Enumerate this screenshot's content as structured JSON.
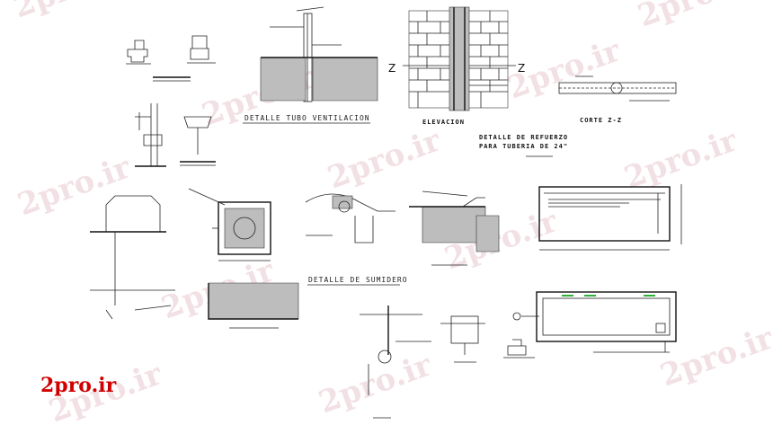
{
  "watermark": {
    "text": "2pro.ir",
    "color": "#e9c9cf"
  },
  "logo": {
    "text": "2pro.ir",
    "color": "#d10000"
  },
  "titles": {
    "tubo_ventilacion": "DETALLE TUBO VENTILACION",
    "elevacion": "ELEVACION",
    "corte_zz": "CORTE Z-Z",
    "refuerzo_line1": "DETALLE DE REFUERZO",
    "refuerzo_line2": "PARA TUBERIA DE 24\"",
    "sumidero": "DETALLE DE SUMIDERO"
  },
  "markers": {
    "z_left": "Z",
    "z_right": "Z"
  },
  "colors": {
    "line": "#222222",
    "hatch": "#bdbdbd",
    "accent_green": "#2fb03a"
  }
}
